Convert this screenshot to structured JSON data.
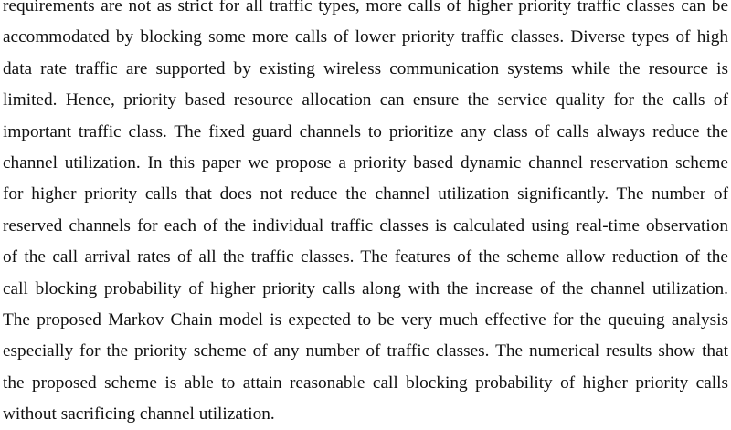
{
  "paragraph": {
    "lines": [
      "requirements are not as strict for all traffic types, more calls of higher priority traffic classes can be",
      "accommodated by blocking some more calls of lower priority traffic classes. Diverse types of high",
      "data rate traffic are supported by existing wireless communication systems while the resource is",
      "limited. Hence, priority based resource allocation can ensure the service quality for the calls of",
      "important traffic class. The fixed guard channels to prioritize any class of calls always reduce the",
      "channel utilization. In this paper we propose a priority based dynamic channel reservation scheme",
      "for higher priority calls that does not reduce the channel utilization significantly. The number of",
      "reserved channels for each of the individual traffic classes is calculated using real-time observation",
      "of the call arrival rates of all the traffic classes. The features of the scheme allow reduction of the",
      "call blocking probability of higher priority calls along with the increase of the channel utilization.",
      "The proposed Markov Chain model is expected to be very much effective for the queuing analysis",
      "especially for the priority scheme of any number of traffic classes. The numerical results show that",
      "the proposed scheme is able to attain reasonable call blocking probability of higher priority calls",
      "without sacrificing channel utilization."
    ]
  }
}
